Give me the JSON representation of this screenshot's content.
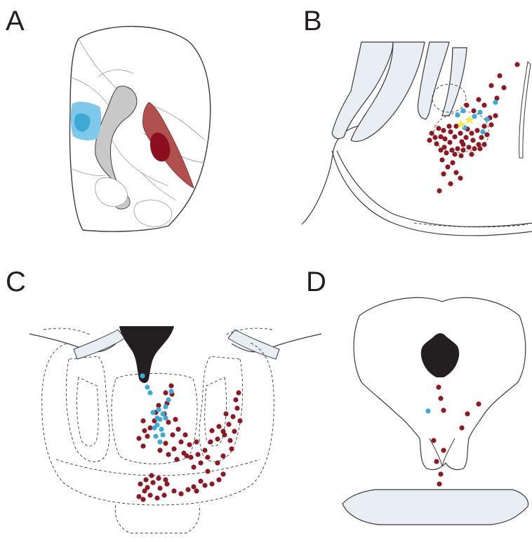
{
  "panels": [
    {
      "letter": "A"
    },
    {
      "letter": "B"
    },
    {
      "letter": "C"
    },
    {
      "letter": "D"
    }
  ],
  "colors": {
    "outline": "#3a3a3a",
    "blue_marker": "#3fa9d6",
    "blue_light": "#7ec8ec",
    "red_marker": "#8b1a24",
    "red_light": "#b0504f",
    "red_dark": "#8b0f1e",
    "gray_fill": "#c8c8c8",
    "pale_fill": "#e8eef3",
    "black_fill": "#231f20",
    "star": "#f5e84a"
  }
}
